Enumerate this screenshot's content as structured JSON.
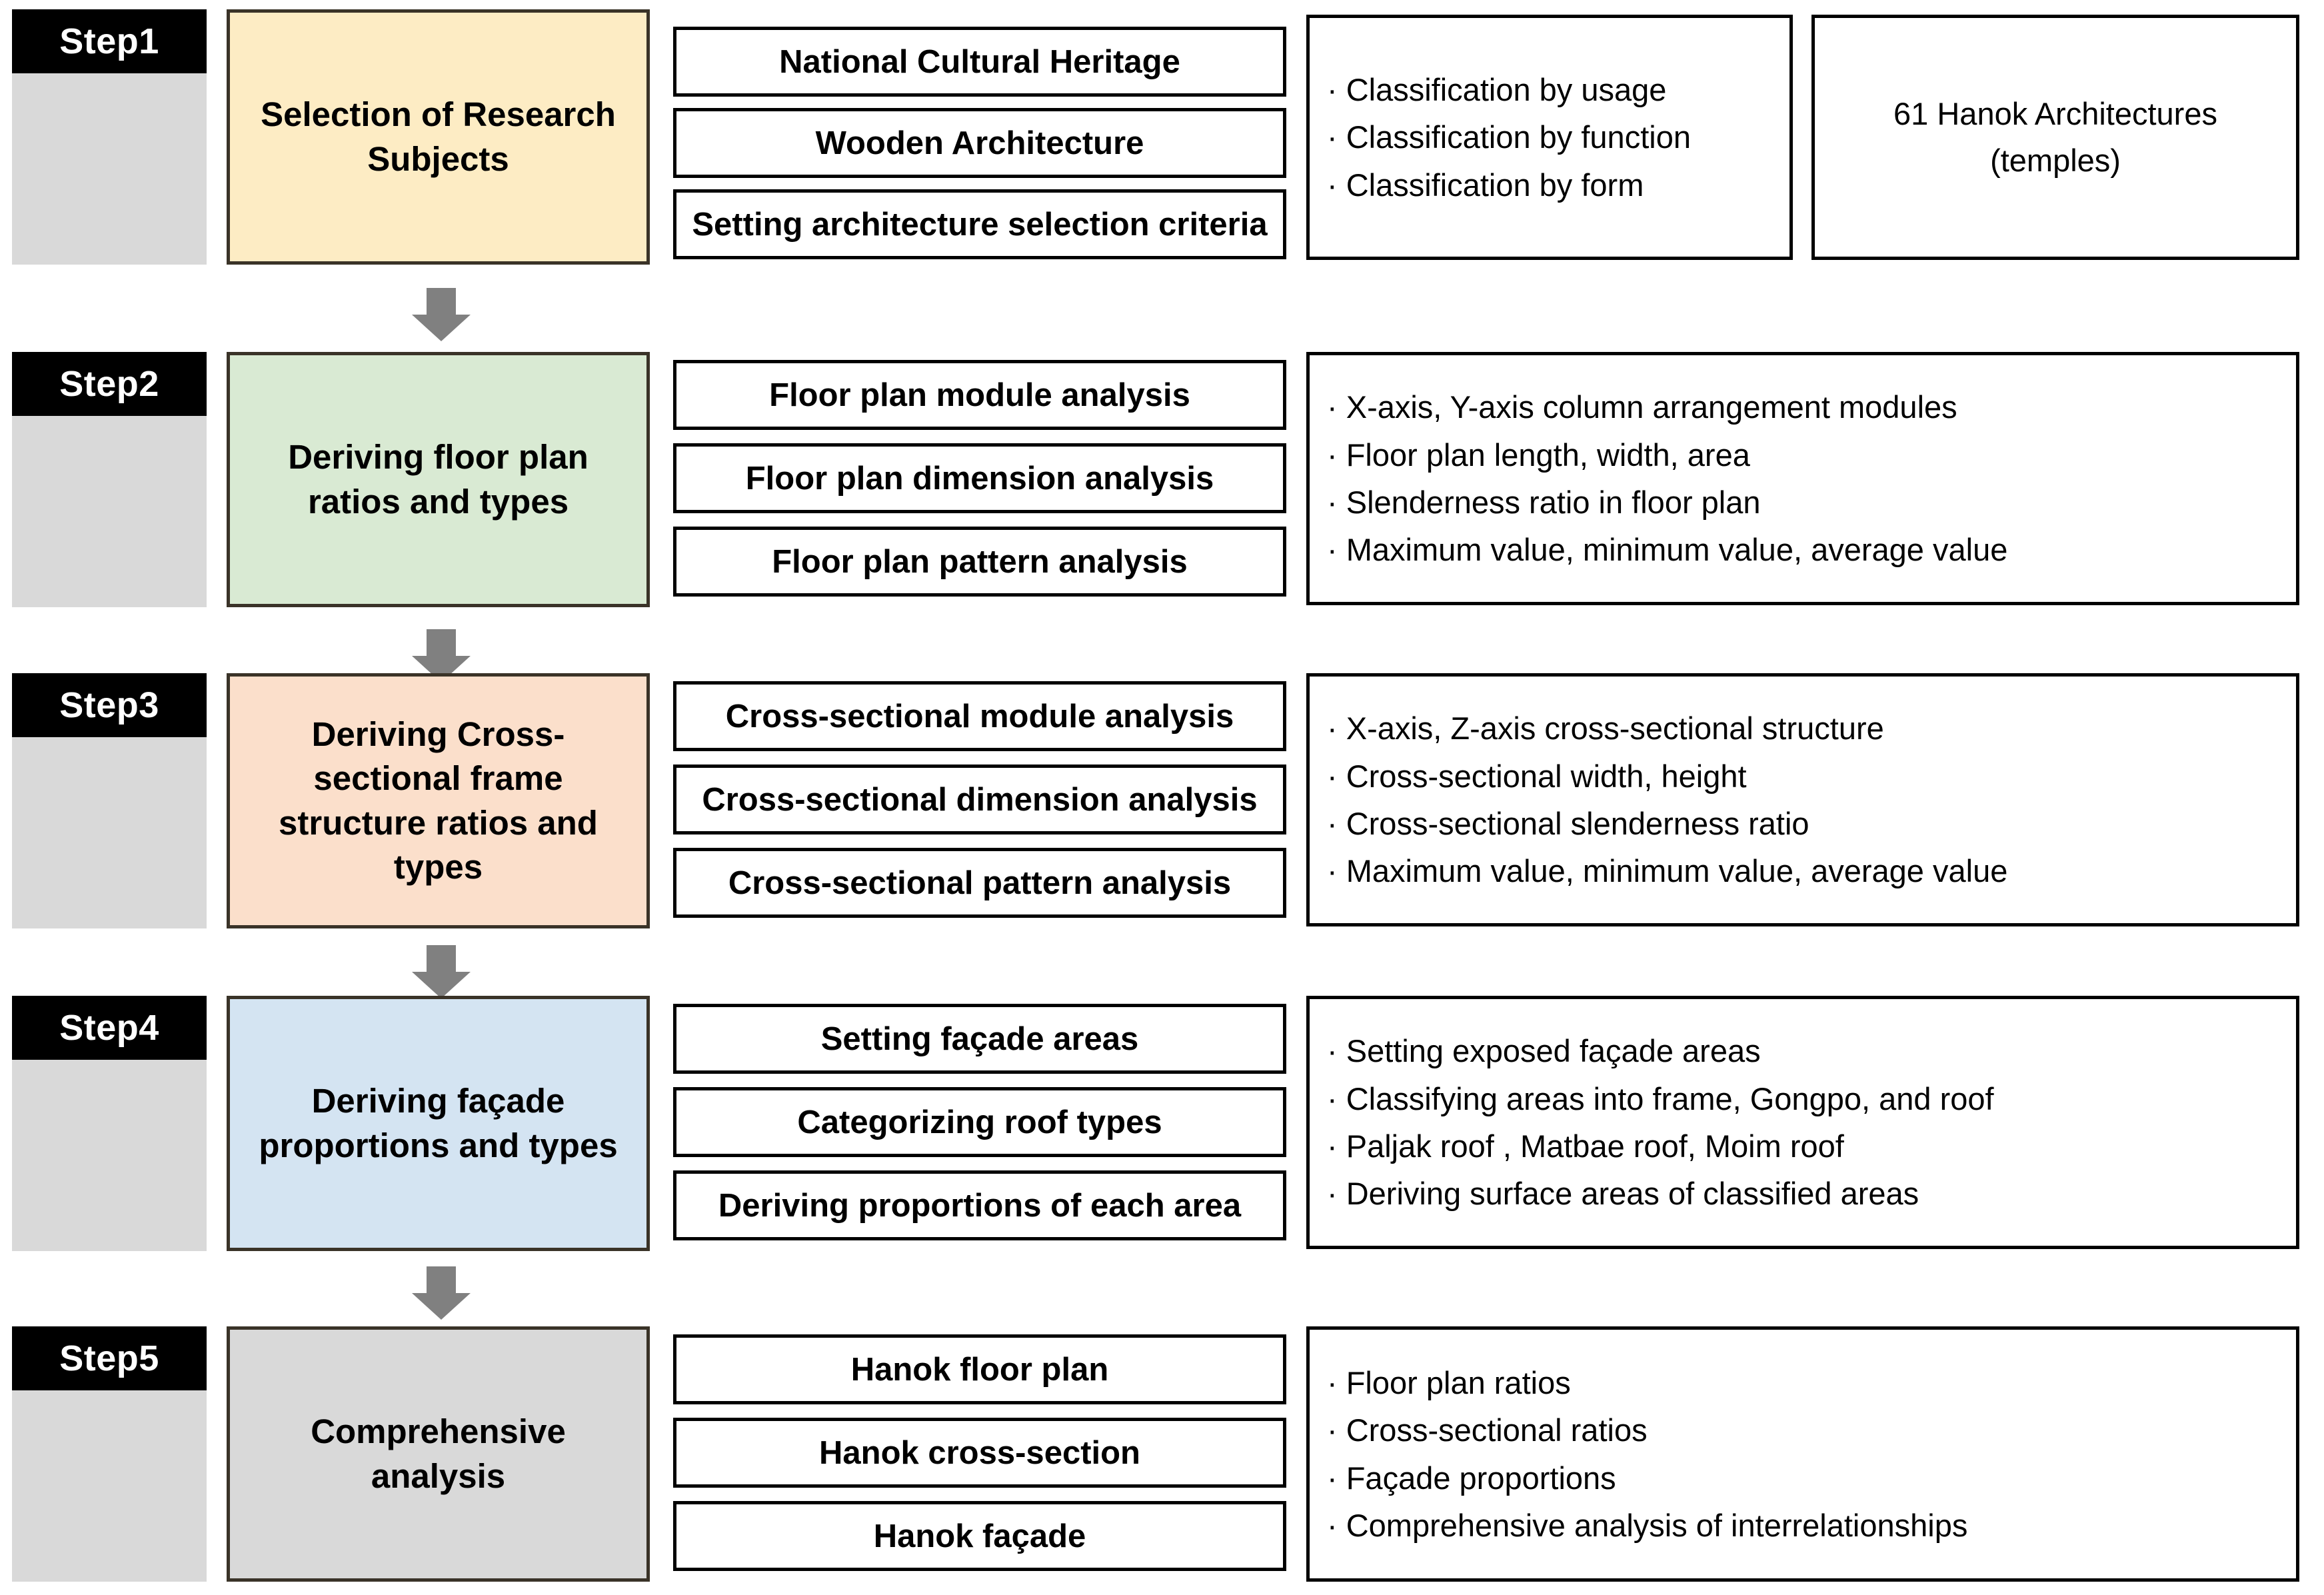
{
  "diagram": {
    "title": "Research process flowchart",
    "accent_colors": {
      "step1": "#fdecc4",
      "step2": "#d9ead3",
      "step3": "#fbdfcb",
      "step4": "#d4e4f2",
      "step5": "#d9d9d9",
      "step_tag_bg": "#000000",
      "step_tag_text": "#ffffff",
      "grey_column": "#d9d9d9",
      "arrow": "#808080",
      "box_border": "#000000",
      "title_border": "#3a3328"
    },
    "arrow_icon": "down-arrow-icon"
  },
  "steps": [
    {
      "tag": "Step1",
      "title": "Selection of Research Subjects",
      "tasks": [
        "National Cultural Heritage",
        "Wooden Architecture",
        "Setting architecture selection criteria"
      ],
      "details": [
        "Classification by usage",
        "Classification by function",
        "Classification by form"
      ],
      "result": [
        "61 Hanok Architectures",
        "(temples)"
      ]
    },
    {
      "tag": "Step2",
      "title": "Deriving  floor plan ratios and types",
      "tasks": [
        "Floor plan module analysis",
        "Floor plan dimension analysis",
        "Floor plan pattern analysis"
      ],
      "details": [
        "X-axis, Y-axis column arrangement modules",
        "Floor plan length, width, area",
        "Slenderness ratio in floor plan",
        "Maximum value, minimum value, average value"
      ],
      "result": []
    },
    {
      "tag": "Step3",
      "title": "Deriving Cross-sectional frame structure ratios and types",
      "tasks": [
        "Cross-sectional module analysis",
        "Cross-sectional dimension analysis",
        "Cross-sectional pattern analysis"
      ],
      "details": [
        " X-axis, Z-axis cross-sectional structure",
        "Cross-sectional width, height",
        "Cross-sectional slenderness ratio",
        "Maximum value, minimum value, average value"
      ],
      "result": []
    },
    {
      "tag": "Step4",
      "title": "Deriving façade proportions and types",
      "tasks": [
        "Setting façade areas",
        "Categorizing roof types",
        "Deriving proportions of each area"
      ],
      "details": [
        "Setting exposed façade areas",
        "Classifying areas into frame, Gongpo, and roof",
        "Paljak roof , Matbae roof, Moim roof",
        "Deriving surface areas of classified areas"
      ],
      "result": []
    },
    {
      "tag": "Step5",
      "title": "Comprehensive analysis",
      "tasks": [
        "Hanok floor plan",
        "Hanok cross-section",
        "Hanok façade"
      ],
      "details": [
        "Floor plan ratios",
        "Cross-sectional ratios",
        "Façade proportions",
        "Comprehensive analysis of interrelationships"
      ],
      "result": []
    }
  ],
  "bullet_marker": "·"
}
